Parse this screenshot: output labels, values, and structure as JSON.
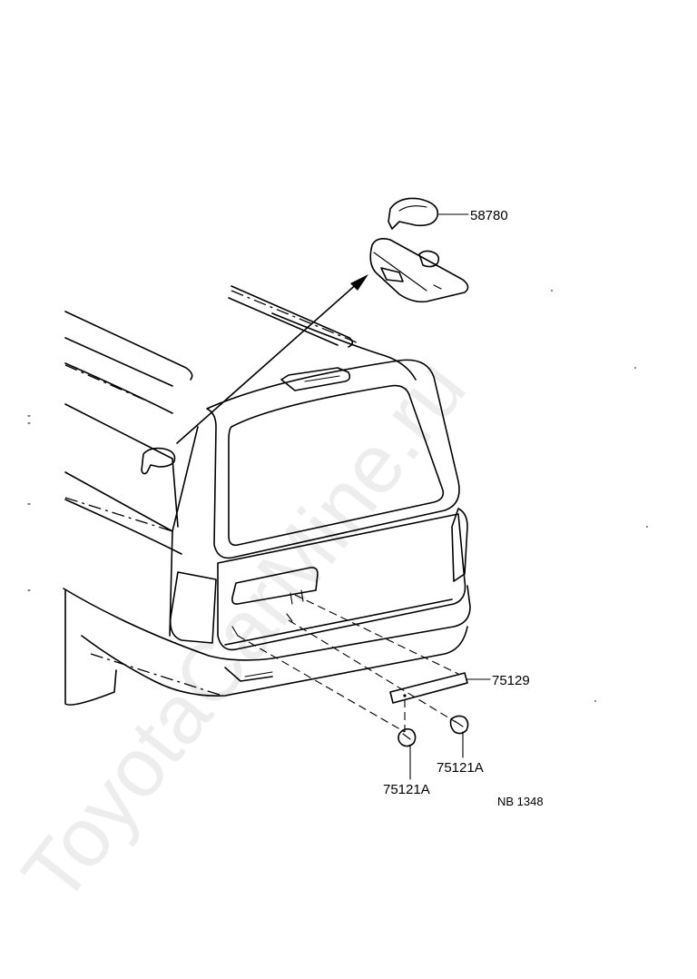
{
  "watermark": "ToyotaCarMine.ru",
  "labels": {
    "part_58780": "58780",
    "part_75129": "75129",
    "part_75121A_left": "75121A",
    "part_75121A_right": "75121A",
    "diagram_code": "NB 1348"
  }
}
